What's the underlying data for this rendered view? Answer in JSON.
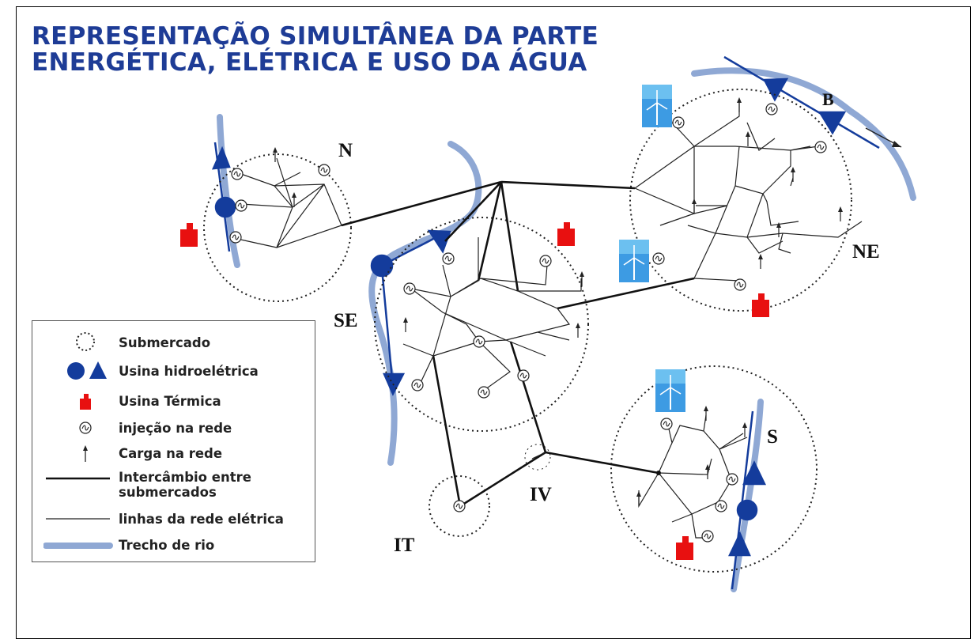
{
  "title": {
    "line1": "REPRESENTAÇÃO SIMULTÂNEA DA PARTE",
    "line2": "ENERGÉTICA, ELÉTRICA E USO DA ÁGUA"
  },
  "regions": {
    "n": "N",
    "ne": "NE",
    "se": "SE",
    "s": "S",
    "it": "IT",
    "iv": "IV",
    "b": "B"
  },
  "legend": {
    "submercado": "Submercado",
    "hidro": "Usina hidroelétrica",
    "termica": "Usina Térmica",
    "injecao": "injeção na rede",
    "carga": "Carga na rede",
    "intercambio_1": "Intercâmbio entre",
    "intercambio_2": "submercados",
    "linhas": "linhas da rede elétrica",
    "rio": "Trecho de rio"
  },
  "colors": {
    "title": "#1e3c96",
    "river": "#8fa8d4",
    "hydro": "#143c9c",
    "thermal": "#e81010",
    "wind_bg": "#3d9be3"
  }
}
